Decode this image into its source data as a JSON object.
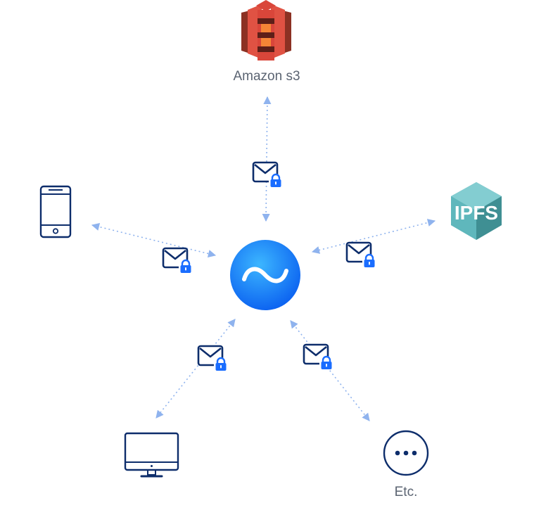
{
  "hub": {
    "icon": "tilde-logo-icon",
    "glyph": "~",
    "gradient_top": "#2aa7ff",
    "gradient_bottom": "#0a5ff0"
  },
  "nodes": {
    "s3": {
      "label": "Amazon s3",
      "icon": "amazon-s3-bucket-icon",
      "color": "#d9463a"
    },
    "ipfs": {
      "label": "IPFS",
      "icon": "ipfs-hexagon-icon",
      "color": "#6fc0c4"
    },
    "phone": {
      "icon": "smartphone-icon"
    },
    "desktop": {
      "icon": "desktop-monitor-icon"
    },
    "etc": {
      "label": "Etc.",
      "icon": "more-dots-icon"
    }
  },
  "connections": {
    "style": "dotted-bidirectional-arrow",
    "color": "#8fb3ee",
    "badge_icon": "encrypted-mail-icon"
  },
  "colors": {
    "navy": "#0d2d6b",
    "lock_blue": "#1a6dff",
    "caption": "#5b6472"
  }
}
